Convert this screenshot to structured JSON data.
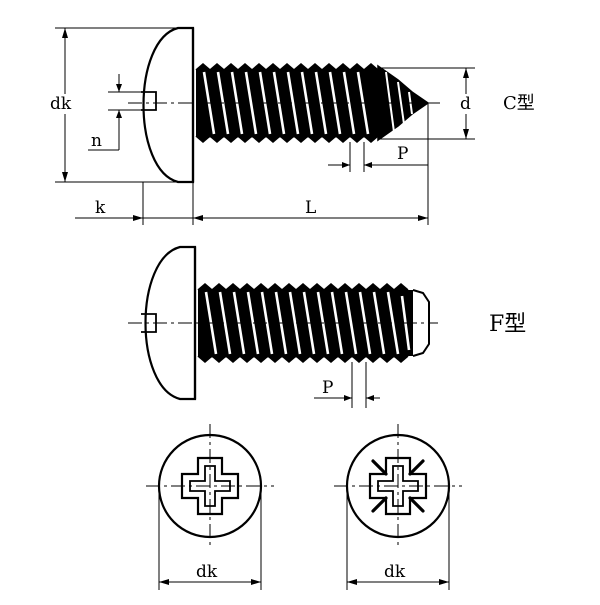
{
  "diagram": {
    "labels": {
      "dk": "dk",
      "n": "n",
      "k": "k",
      "L": "L",
      "d": "d",
      "P": "P"
    },
    "types": {
      "c": "C型",
      "f": "F型"
    },
    "bottom_labels": {
      "left_dk": "dk",
      "right_dk": "dk"
    }
  }
}
